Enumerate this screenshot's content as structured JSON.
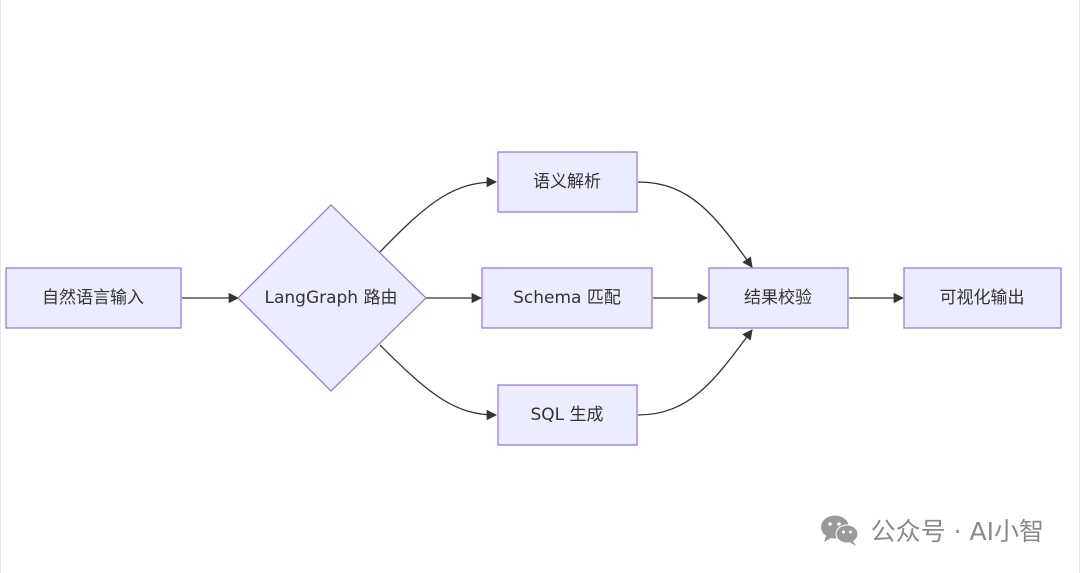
{
  "diagram": {
    "nodes": {
      "input": "自然语言输入",
      "router": "LangGraph 路由",
      "semantic": "语义解析",
      "schema": "Schema 匹配",
      "sql": "SQL 生成",
      "validate": "结果校验",
      "output": "可视化输出"
    },
    "colors": {
      "node_fill": "#ECECFF",
      "node_stroke": "#9370DB",
      "edge": "#333333"
    }
  },
  "watermark": {
    "icon": "wechat-icon",
    "text": "公众号 · AI小智"
  }
}
